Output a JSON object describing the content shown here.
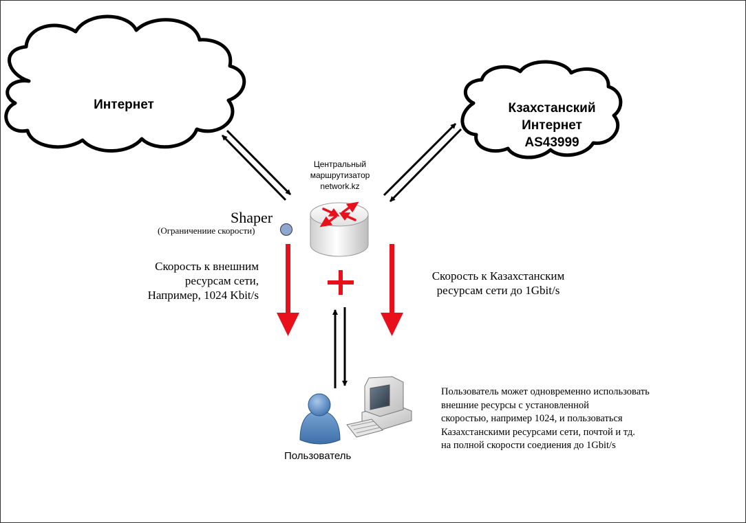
{
  "internet_cloud": {
    "label": "Интернет"
  },
  "kz_cloud": {
    "lines": [
      "Кзахстанский",
      "Интернет",
      "AS43999"
    ]
  },
  "router": {
    "lines": [
      "Центральный",
      "маршрутизатор",
      "network.kz"
    ]
  },
  "shaper": {
    "title": "Shaper",
    "subtitle": "(Ограничениие скорости)"
  },
  "speed_external": {
    "lines": [
      "Скорость к внешним",
      "ресурсам сети,",
      "Например, 1024 Kbit/s"
    ]
  },
  "speed_kz": {
    "lines": [
      "Скорость к Казахстанским",
      "ресурсам сети до 1Gbit/s"
    ]
  },
  "user": {
    "label": "Пользователь"
  },
  "description": {
    "lines": [
      "Пользователь может одновременно использовать",
      "внешние ресурсы с установленной",
      "скоростью, например 1024, и пользоваться",
      "Казахстанскими ресурсами сети, почтой и тд.",
      "на полной скорости соедиения до 1Gbit/s"
    ]
  },
  "colors": {
    "accent_red": "#e8101a",
    "shaper_dot": "#8ea7cf",
    "user_blue": "#5b8fc7"
  }
}
